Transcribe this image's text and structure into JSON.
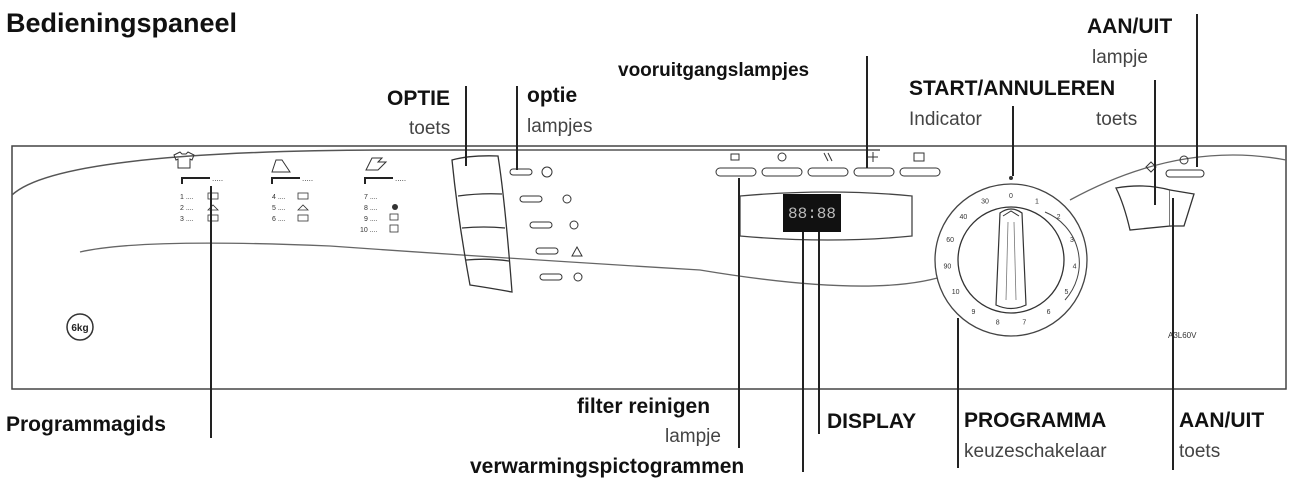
{
  "title": "Bedieningspaneel",
  "labels": {
    "aan_uit_lampje_title": "AAN/UIT",
    "aan_uit_lampje_sub": "lampje",
    "vooruitgangslampjes": "vooruitgangslampjes",
    "start_title": "START/ANNULEREN",
    "start_sub_left": "Indicator",
    "start_sub_right": "toets",
    "optie_toets_title": "OPTIE",
    "optie_toets_sub": "toets",
    "optie_lampjes_title": "optie",
    "optie_lampjes_sub": "lampjes",
    "programmagids": "Programmagids",
    "filter_title": "filter reinigen",
    "filter_sub": "lampje",
    "display": "DISPLAY",
    "programma_title": "PROGRAMMA",
    "programma_sub": "keuzeschakelaar",
    "aan_uit_toets_title": "AAN/UIT",
    "aan_uit_toets_sub": "toets",
    "verwarming": "verwarmingspictogrammen"
  },
  "panel": {
    "display_value": "88:88",
    "model": "A3L60V",
    "capacity": "6kg",
    "guide_groups": [
      {
        "icon": "shirt-icon",
        "rows": [
          "1 ....",
          "2 ....",
          "3 ...."
        ]
      },
      {
        "icon": "iron-icon",
        "rows": [
          "4 ....",
          "5 ....",
          "6 ...."
        ]
      },
      {
        "icon": "wool-icon",
        "rows": [
          "7 ....",
          "8 ....",
          "9 ....",
          "10 ...."
        ]
      }
    ],
    "dial_numbers": [
      "0",
      "1",
      "2",
      "3",
      "4",
      "5",
      "6",
      "7",
      "8",
      "9",
      "10",
      "90",
      "60",
      "40",
      "30"
    ]
  }
}
